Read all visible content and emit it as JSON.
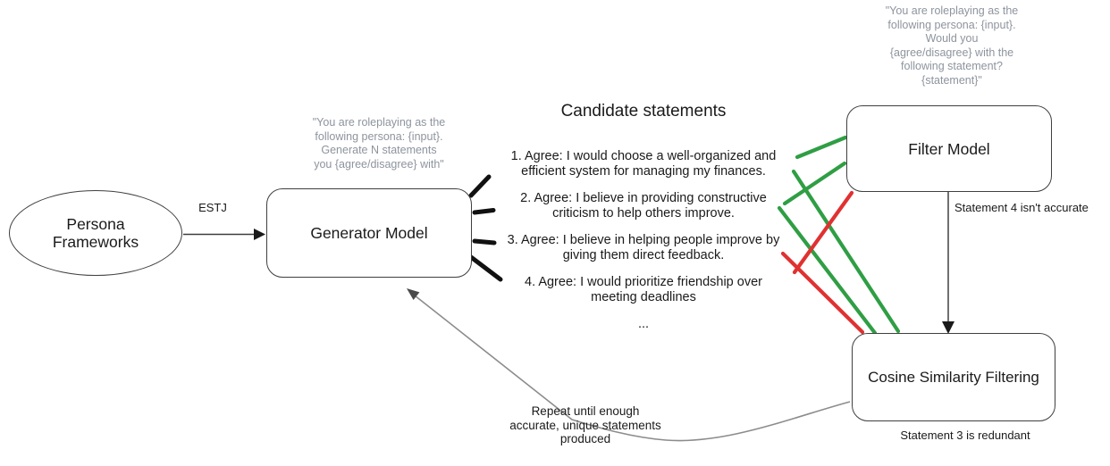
{
  "diagram": {
    "nodes": {
      "persona_frameworks": "Persona\nFrameworks",
      "generator_model": "Generator Model",
      "filter_model": "Filter Model",
      "cosine_filtering": "Cosine Similarity Filtering"
    },
    "labels": {
      "estj": "ESTJ",
      "filter_note": "Statement 4 isn't accurate",
      "cosine_note": "Statement 3 is redundant",
      "repeat_note": "Repeat until enough\naccurate, unique statements\nproduced"
    },
    "prompts": {
      "generator": "\"You are roleplaying as the\nfollowing persona: {input}.\nGenerate N statements\nyou {agree/disagree} with\"",
      "filter": "\"You are roleplaying as the\nfollowing persona: {input}.\nWould you\n{agree/disagree} with the\nfollowing statement?\n{statement}\""
    },
    "candidate_statements": {
      "title": "Candidate statements",
      "items": [
        "1. Agree: I would choose a well-organized and\nefficient system for managing my finances.",
        "2. Agree: I believe in providing constructive\ncriticism to help others improve.",
        "3. Agree: I believe in helping people improve by\ngiving them direct feedback.",
        "4. Agree: I would prioritize friendship over\nmeeting deadlines"
      ],
      "ellipsis": "..."
    },
    "colors": {
      "accepted_line": "#2f9e44",
      "rejected_line": "#e03131",
      "prompt_text": "#8e949d",
      "feedback_arrow": "#8c8c8c"
    }
  }
}
